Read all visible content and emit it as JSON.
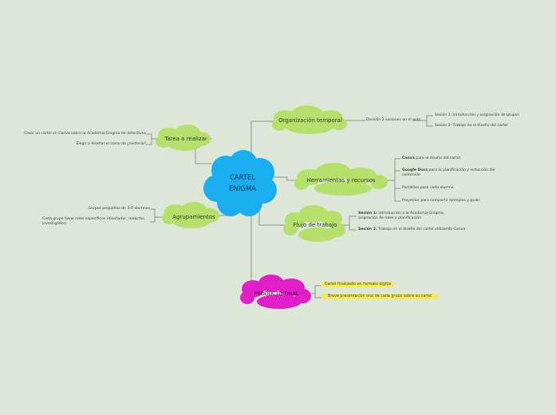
{
  "central": {
    "line1": "CARTEL",
    "line2": "ENIGMA",
    "color": "#1aaef0"
  },
  "nodes": {
    "tarea": "Tarea a realizar",
    "agrupamientos": "Agrupamientos",
    "organizacion": "Organización temporal",
    "herramientas": "Herramientas y recursos",
    "flujo": "Flujo de trabajo",
    "producto": "PRODUCTO FINAL"
  },
  "colors": {
    "green_node": "#b6e06c",
    "magenta_node": "#e01fc8",
    "yellow_leaf": "#f4ea5a",
    "line": "#8a9a86"
  },
  "tarea_leaves": [
    "Crear un cártel en Canva sobre la Academia Enigma de detectives",
    "Elegir o diseñar el icono de ¿misterio?"
  ],
  "agrupamientos_leaves": [
    "Grupos pequeños de 3-4 alumnos",
    "Cada grupo tiene roles específicos (diseñador, redactor, investigador)"
  ],
  "organizacion_leaf": "División 2 sesiones en el aula",
  "organizacion_subleaves": [
    "Sesión 1: Introducción y asignación de grupos",
    "Sesión 2: Trabajo en el diseño del cartel"
  ],
  "herramientas_leaves": [
    {
      "bold": "Canva",
      "text": " para el diseño del cartel"
    },
    {
      "bold": "Google Docs",
      "text": " para la planificación y redacción del contenido"
    },
    {
      "bold": "",
      "text": "Portátiles para cada alumno"
    },
    {
      "bold": "",
      "text": "Proyector para compartir ejemplos y guías"
    }
  ],
  "flujo_leaves": [
    {
      "bold": "Sesión 1:",
      "text": " Introducción a la Academia Enigma, asignación de roles y planificación"
    },
    {
      "bold": "Sesión 2:",
      "text": " Trabajo en el diseño del cartel utilizando Canva"
    }
  ],
  "producto_leaves": [
    "Cartel finalizado en formato digital",
    "Breve presentación oral de cada grupo sobre su cartel"
  ]
}
